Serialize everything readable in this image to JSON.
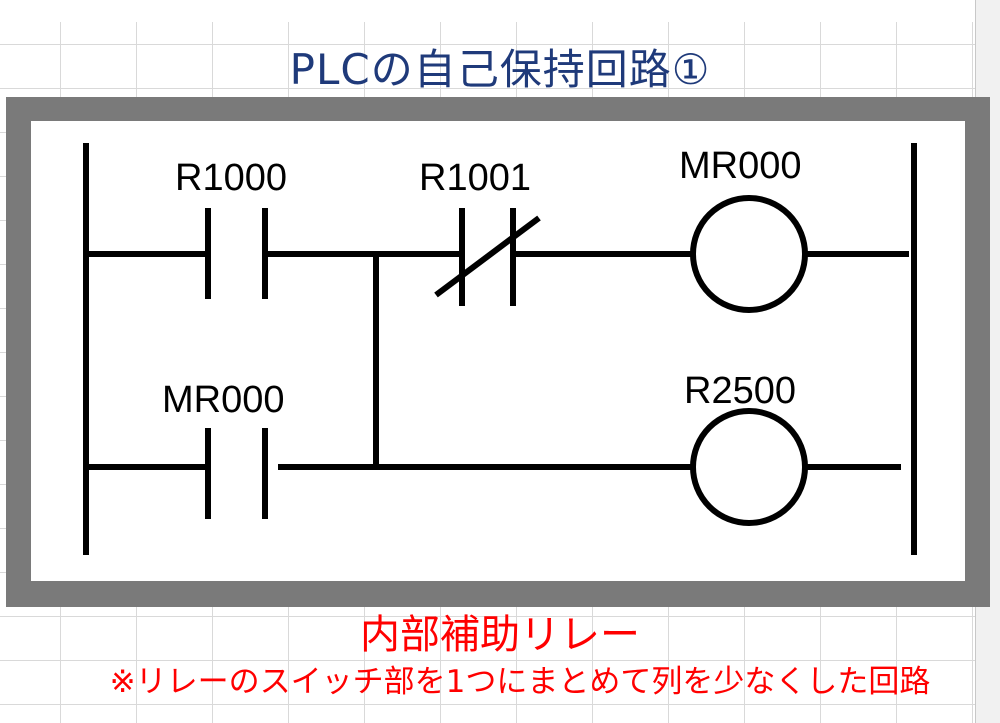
{
  "slide": {
    "title": "PLCの自己保持回路①",
    "caption_main": "内部補助リレー",
    "caption_note": "※リレーのスイッチ部を1つにまとめて列を少なくした回路"
  },
  "diagram": {
    "contacts": [
      {
        "label": "R1000",
        "type": "normally-open"
      },
      {
        "label": "R1001",
        "type": "normally-closed"
      },
      {
        "label": "MR000",
        "type": "normally-open"
      }
    ],
    "coils": [
      {
        "label": "MR000"
      },
      {
        "label": "R2500"
      }
    ]
  },
  "colors": {
    "title": "#1f3a7a",
    "caption": "#ff0000",
    "frame": "#7a7a7a",
    "lines": "#000000"
  }
}
